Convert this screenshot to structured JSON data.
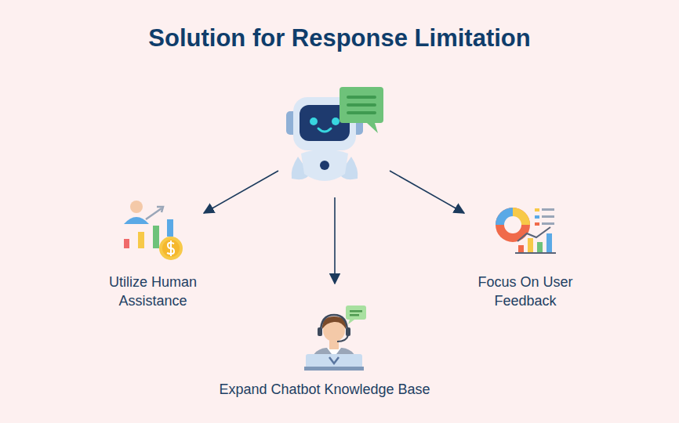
{
  "diagram": {
    "title": "Solution for Response Limitation",
    "labels": [
      "Utilize Human Assistance",
      "Expand Chatbot Knowledge Base",
      "Focus On User Feedback"
    ]
  }
}
